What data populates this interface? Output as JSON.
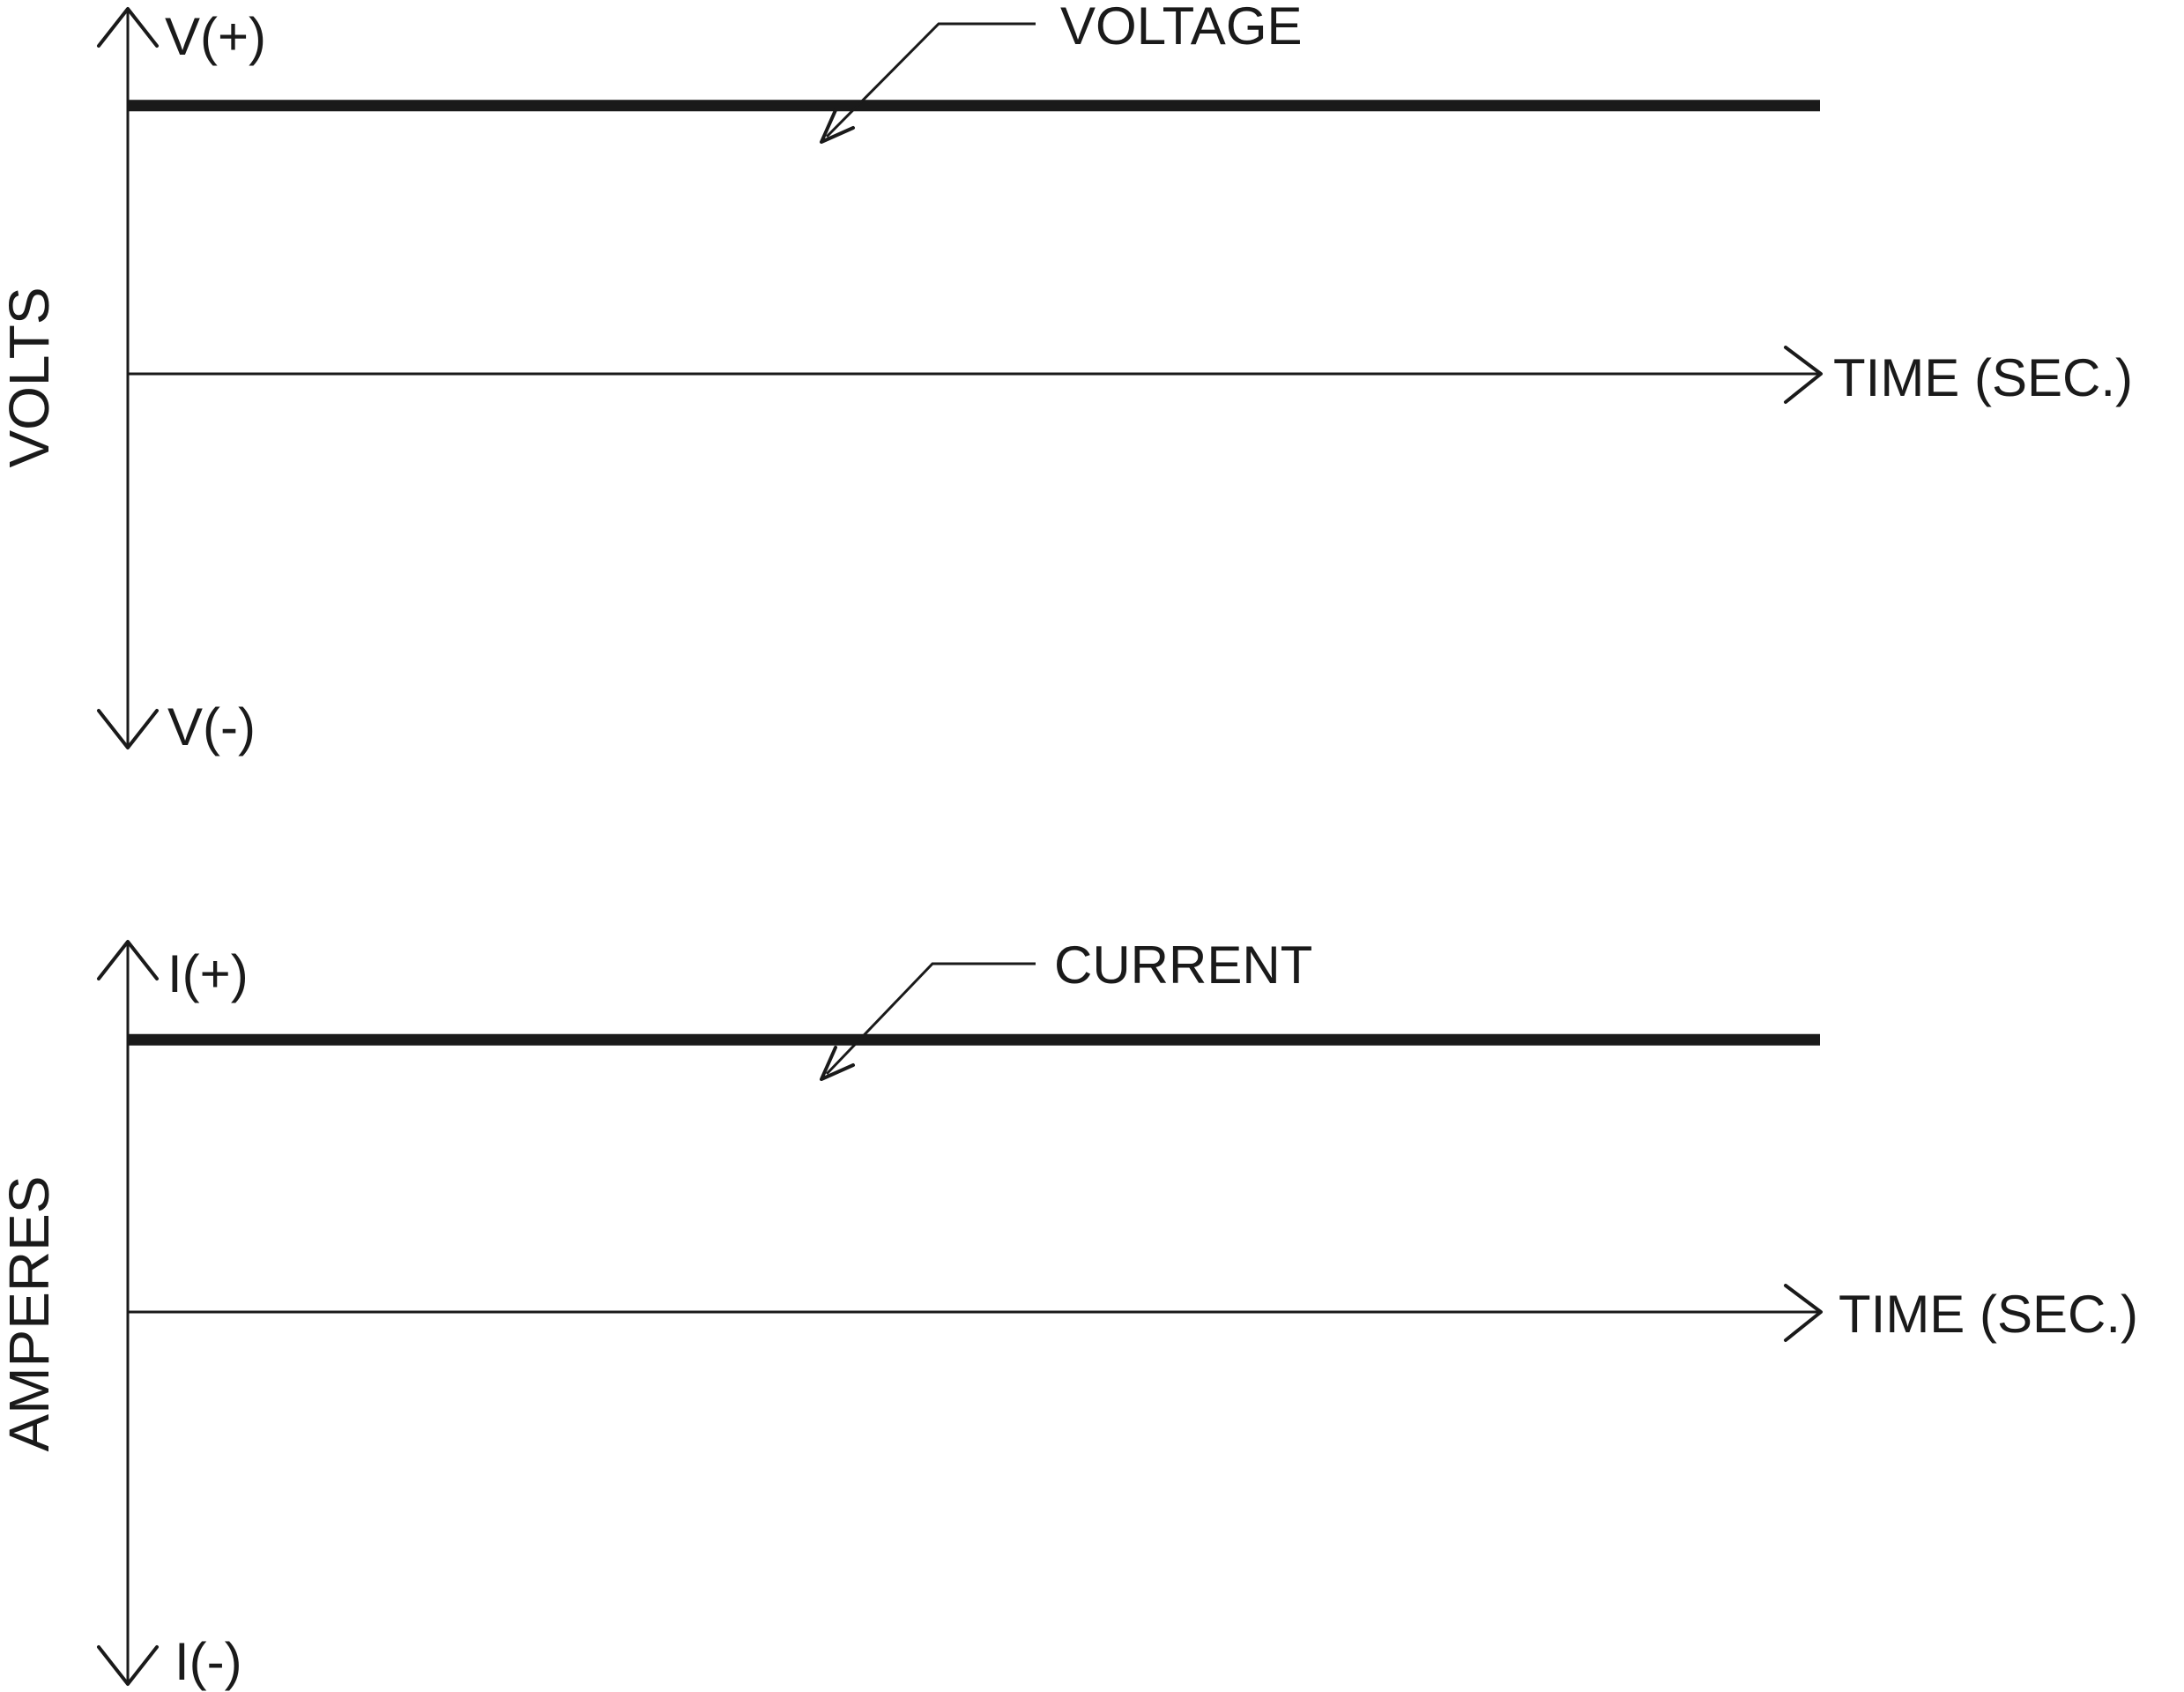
{
  "chart_data": [
    {
      "type": "line",
      "ylabel": "VOLTS",
      "xlabel": "TIME (SEC.)",
      "y_top_label": "V(+)",
      "y_bottom_label": "V(-)",
      "series": [
        {
          "name": "VOLTAGE",
          "x": [
            0,
            1
          ],
          "y": [
            1,
            1
          ]
        }
      ],
      "xlim": [
        0,
        1
      ],
      "ylim": [
        -1.8,
        1.0
      ],
      "grid": false
    },
    {
      "type": "line",
      "ylabel": "AMPERES",
      "xlabel": "TIME (SEC.)",
      "y_top_label": "I(+)",
      "y_bottom_label": "I(-)",
      "series": [
        {
          "name": "CURRENT",
          "x": [
            0,
            1
          ],
          "y": [
            1,
            1
          ]
        }
      ],
      "xlim": [
        0,
        1
      ],
      "ylim": [
        -1.6,
        1.0
      ],
      "grid": false
    }
  ],
  "colors": {
    "ink": "#1a1a1a",
    "background": "#ffffff"
  }
}
